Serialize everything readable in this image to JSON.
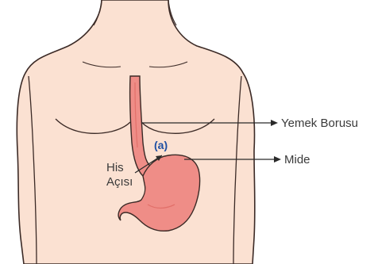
{
  "labels": {
    "esophagus": "Yemek Borusu",
    "stomach": "Mide",
    "angle_line1": "His",
    "angle_line2": "Açısı",
    "angle_marker": "(a)"
  },
  "colors": {
    "skin": "#fbe1d2",
    "skin_shadow": "#f2cdb8",
    "outline": "#3b2a26",
    "organ": "#ef8d87",
    "organ_shadow": "#e2706a",
    "arrow": "#2a2a2a",
    "text": "#3a3a3a",
    "marker": "#1f4fa3"
  }
}
